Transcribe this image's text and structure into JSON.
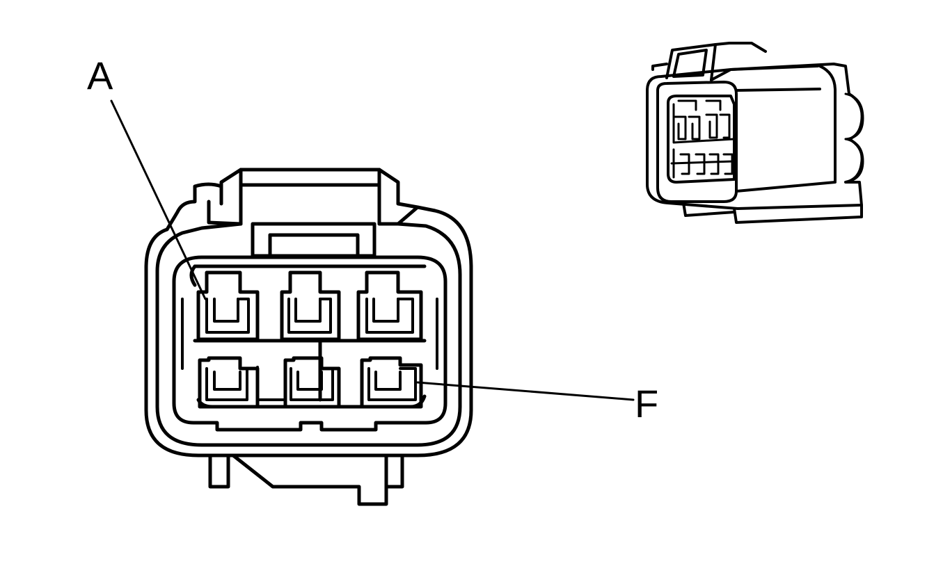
{
  "callouts": {
    "a": {
      "label": "A"
    },
    "f": {
      "label": "F"
    }
  },
  "connector": {
    "cavity_count": 6
  },
  "colors": {
    "line": "#000000",
    "background": "#ffffff"
  }
}
